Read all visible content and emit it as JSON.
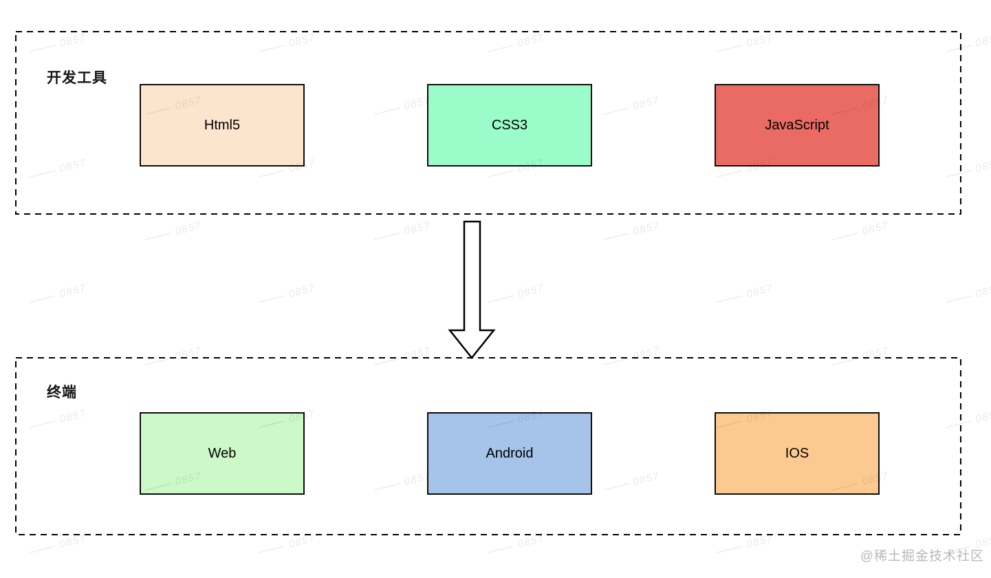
{
  "diagram": {
    "groups": [
      {
        "label": "开发工具",
        "boxes": [
          {
            "label": "Html5",
            "fill": "#fce5cd"
          },
          {
            "label": "CSS3",
            "fill": "#9afcc8"
          },
          {
            "label": "JavaScript",
            "fill": "#e96b64"
          }
        ]
      },
      {
        "label": "终端",
        "boxes": [
          {
            "label": "Web",
            "fill": "#cdf8c8"
          },
          {
            "label": "Android",
            "fill": "#a6c3ea"
          },
          {
            "label": "IOS",
            "fill": "#fcca90"
          }
        ]
      }
    ],
    "arrow": "down-arrow",
    "outline_color": "#000000"
  },
  "watermark": {
    "text": "0857"
  },
  "attribution": "@稀土掘金技术社区"
}
